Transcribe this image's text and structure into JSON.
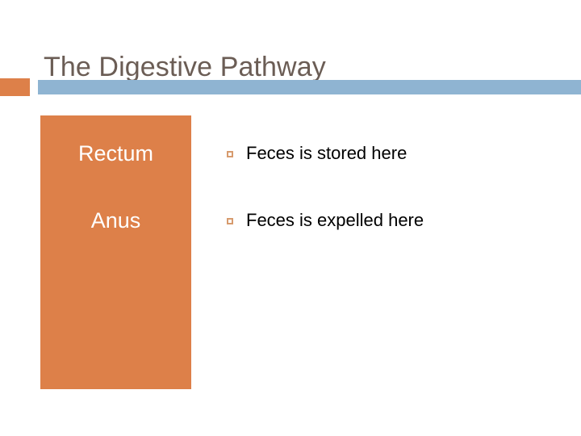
{
  "slide": {
    "title": "The Digestive Pathway",
    "background_color": "#ffffff",
    "title_color": "#6b5d55"
  },
  "divider": {
    "accent_color": "#dd8049",
    "bar_color": "#8fb4d2"
  },
  "organ_panel": {
    "background_color": "#dd8049",
    "text_color": "#ffffff",
    "items": [
      {
        "label": "Rectum"
      },
      {
        "label": "Anus"
      }
    ]
  },
  "descriptions": {
    "bullet_color": "#d79b6e",
    "text_color": "#000000",
    "bullet_icon": "hollow-square-bullet-icon",
    "items": [
      {
        "text": "Feces is stored here"
      },
      {
        "text": "Feces is expelled here"
      }
    ]
  }
}
